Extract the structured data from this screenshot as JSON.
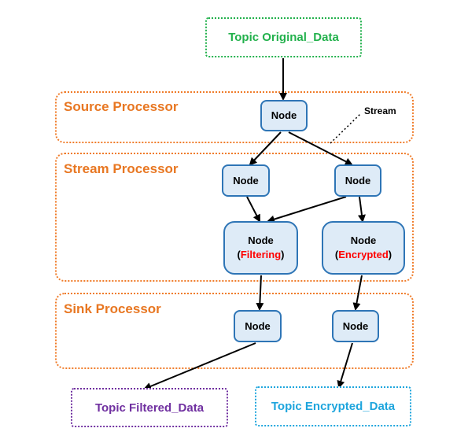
{
  "topics": {
    "original": "Topic Original_Data",
    "filtered": "Topic Filtered_Data",
    "encrypted": "Topic Encrypted_Data"
  },
  "groups": {
    "source": "Source Processor",
    "stream": "Stream Processor",
    "sink": "Sink Processor"
  },
  "stream_label": "Stream",
  "nodes": {
    "label": "Node",
    "filter_qualifier": "Filtering",
    "encrypt_qualifier": "Encrypted",
    "open_paren": "(",
    "close_paren": ")"
  },
  "colors": {
    "original_topic": "#22b14c",
    "filtered_topic": "#7030a0",
    "encrypted_topic": "#1ea5dd",
    "processor_border": "#f07c2a",
    "node_fill": "#deebf7",
    "node_border": "#2e75b6",
    "qualifier_text": "#ff0000"
  }
}
